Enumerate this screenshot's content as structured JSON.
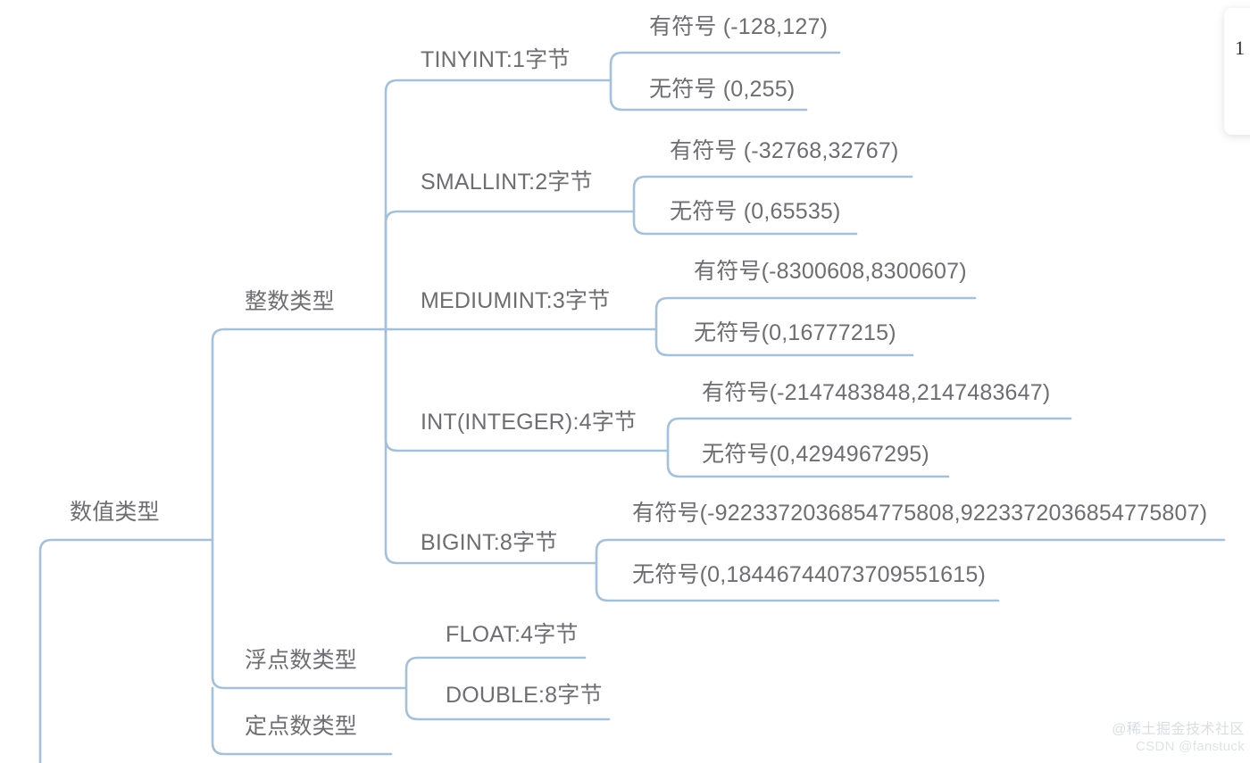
{
  "diagram": {
    "type": "mind-map",
    "orientation": "left-to-right",
    "line_color": "#a6c0d8",
    "text_color": "#6e6e72",
    "background": "#ffffff",
    "root": {
      "label": "数值类型",
      "children": [
        {
          "label": "整数类型",
          "children": [
            {
              "label": "TINYINT:1字节",
              "children": [
                {
                  "label": "有符号 (-128,127)"
                },
                {
                  "label": "无符号 (0,255)"
                }
              ]
            },
            {
              "label": "SMALLINT:2字节",
              "children": [
                {
                  "label": "有符号 (-32768,32767)"
                },
                {
                  "label": "无符号 (0,65535)"
                }
              ]
            },
            {
              "label": "MEDIUMINT:3字节",
              "children": [
                {
                  "label": "有符号(-8300608,8300607)"
                },
                {
                  "label": "无符号(0,16777215)"
                }
              ]
            },
            {
              "label": "INT(INTEGER):4字节",
              "children": [
                {
                  "label": "有符号(-2147483848,2147483647)"
                },
                {
                  "label": "无符号(0,4294967295)"
                }
              ]
            },
            {
              "label": "BIGINT:8字节",
              "children": [
                {
                  "label": "有符号(-9223372036854775808,9223372036854775807)"
                },
                {
                  "label": "无符号(0,18446744073709551615)"
                }
              ]
            }
          ]
        },
        {
          "label": "浮点数类型",
          "children": [
            {
              "label": "FLOAT:4字节"
            },
            {
              "label": "DOUBLE:8字节"
            }
          ]
        },
        {
          "label": "定点数类型",
          "children": []
        }
      ]
    }
  },
  "labels": {
    "root": "数值类型",
    "integer": "整数类型",
    "float": "浮点数类型",
    "decimal": "定点数类型",
    "tinyint": "TINYINT:1字节",
    "tinyint_signed": "有符号 (-128,127)",
    "tinyint_unsigned": "无符号 (0,255)",
    "smallint": "SMALLINT:2字节",
    "smallint_signed": "有符号 (-32768,32767)",
    "smallint_unsigned": "无符号 (0,65535)",
    "mediumint": "MEDIUMINT:3字节",
    "mediumint_signed": "有符号(-8300608,8300607)",
    "mediumint_unsigned": "无符号(0,16777215)",
    "int": "INT(INTEGER):4字节",
    "int_signed": "有符号(-2147483848,2147483647)",
    "int_unsigned": "无符号(0,4294967295)",
    "bigint": "BIGINT:8字节",
    "bigint_signed": "有符号(-9223372036854775808,9223372036854775807)",
    "bigint_unsigned": "无符号(0,18446744073709551615)",
    "float_type": "FLOAT:4字节",
    "double_type": "DOUBLE:8字节"
  },
  "side_card": {
    "number": "1"
  },
  "watermark": {
    "main": "@稀土掘金技术社区",
    "sub": "CSDN @fanstuck"
  }
}
